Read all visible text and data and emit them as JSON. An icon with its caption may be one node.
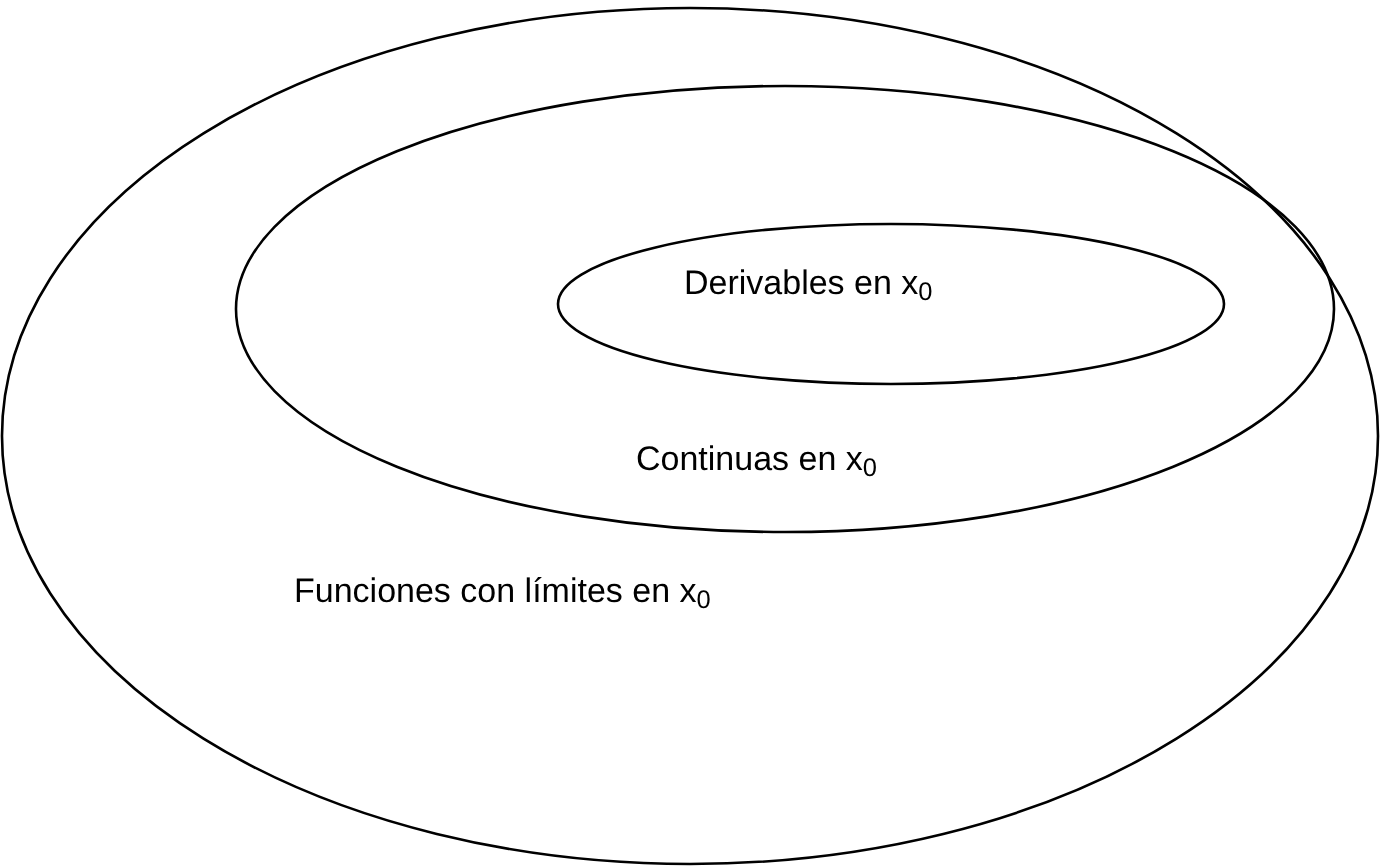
{
  "diagram": {
    "nodes": [
      {
        "text": [
          "Funciones con límites en x$_{0}$"
        ]
      },
      {
        "text": [
          "Continuas en x$_{0}$"
        ],
        "in": 0
      },
      {
        "text": [
          "Derivables en x$_{0}$"
        ],
        "in": 1
      }
    ]
  }
}
